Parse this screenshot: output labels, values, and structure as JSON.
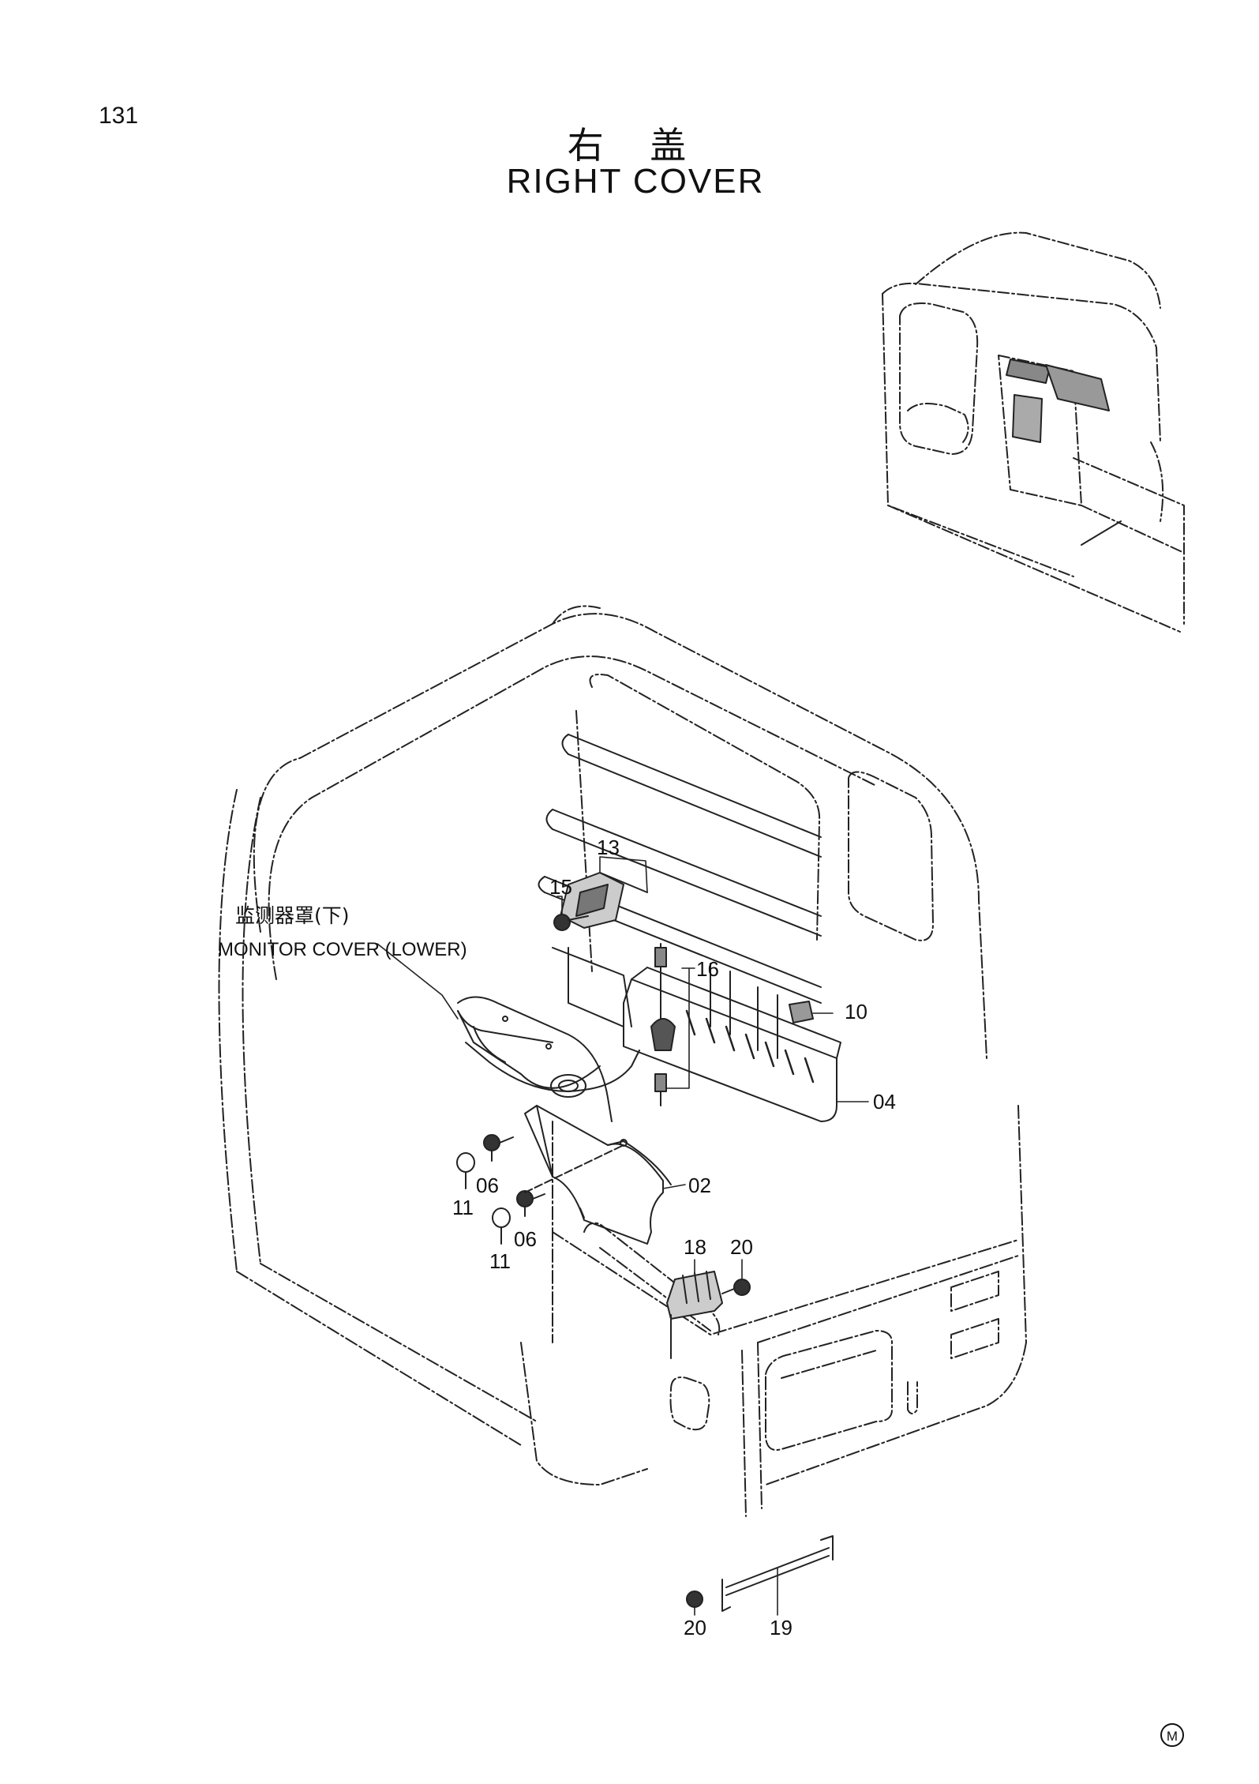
{
  "page_number": "131",
  "title": {
    "chinese": "右 盖",
    "english": "RIGHT COVER"
  },
  "monitor_cover_label": {
    "chinese": "监测器罩(下)",
    "english": "MONITOR COVER (LOWER)"
  },
  "callouts": {
    "c13": "13",
    "c15": "15",
    "c16": "16",
    "c10": "10",
    "c04": "04",
    "c02": "02",
    "c06a": "06",
    "c06b": "06",
    "c11a": "11",
    "c11b": "11",
    "c18": "18",
    "c20a": "20",
    "c20b": "20",
    "c19": "19"
  },
  "corner_mark": "M",
  "icons": {
    "corner": "circled-m-icon"
  },
  "colors": {
    "ink": "#111111",
    "background": "#ffffff"
  }
}
